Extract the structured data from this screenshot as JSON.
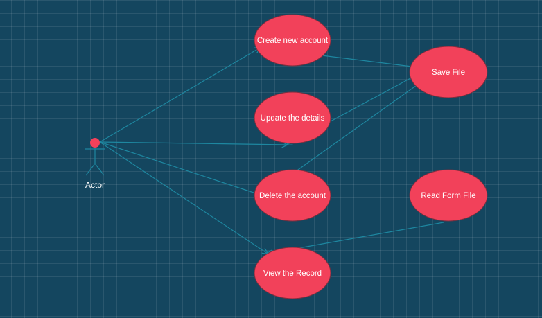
{
  "diagram": {
    "type": "use-case",
    "colors": {
      "background": "#14465f",
      "use_case_fill": "#f2415a",
      "connector": "#1e87a0",
      "text": "#ffffff"
    },
    "actor": {
      "id": "actor",
      "label": "Actor"
    },
    "use_cases": [
      {
        "id": "create",
        "label": "Create new account"
      },
      {
        "id": "update",
        "label": "Update the details"
      },
      {
        "id": "delete",
        "label": "Delete the account"
      },
      {
        "id": "view",
        "label": "View the Record"
      },
      {
        "id": "save",
        "label": "Save File"
      },
      {
        "id": "read",
        "label": "Read Form File"
      }
    ],
    "connections": [
      {
        "from": "actor",
        "to": "create",
        "arrow": true
      },
      {
        "from": "actor",
        "to": "update",
        "arrow": true
      },
      {
        "from": "actor",
        "to": "delete",
        "arrow": false
      },
      {
        "from": "actor",
        "to": "view",
        "arrow": true
      },
      {
        "from": "save",
        "to": "create",
        "arrow": true
      },
      {
        "from": "save",
        "to": "update",
        "arrow": true
      },
      {
        "from": "save",
        "to": "delete",
        "arrow": true
      },
      {
        "from": "read",
        "to": "view",
        "arrow": true
      }
    ]
  }
}
